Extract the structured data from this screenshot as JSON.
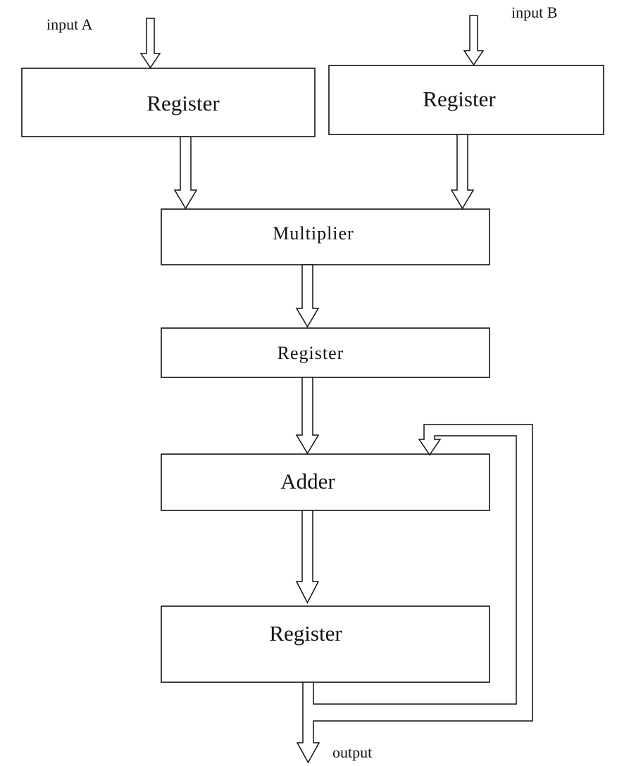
{
  "diagram": {
    "inputs": {
      "a_label": "input A",
      "b_label": "input B"
    },
    "blocks": {
      "register_a": "Register",
      "register_b": "Register",
      "multiplier": "Multiplier",
      "register_mid": "Register",
      "adder": "Adder",
      "register_out": "Register"
    },
    "output_label": "output",
    "colors": {
      "stroke": "#111111",
      "background": "#ffffff"
    }
  }
}
